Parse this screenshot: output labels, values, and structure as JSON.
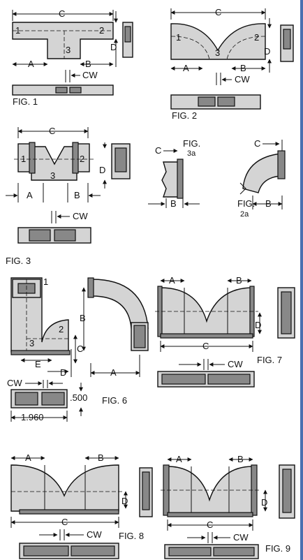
{
  "labels": {
    "c": "C",
    "a": "A",
    "b": "B",
    "d": "D",
    "e": "E",
    "cw": "CW",
    "n1": "1",
    "n2": "2",
    "n3": "3",
    "fig1": "FIG. 1",
    "fig2": "FIG. 2",
    "fig3": "FIG. 3",
    "fig3a_top": "FIG.",
    "fig3a_sub": "3a",
    "fig2a_top": "FIG.",
    "fig2a_sub": "2a",
    "fig6": "FIG. 6",
    "fig7": "FIG. 7",
    "fig8": "FIG. 8",
    "fig9": "FIG. 9",
    "dim_500": ".500",
    "dim_1960": "1.960"
  },
  "colors": {
    "background": "#4a6fb0",
    "panel": "#ffffff",
    "part_fill": "#d4d4d4"
  }
}
